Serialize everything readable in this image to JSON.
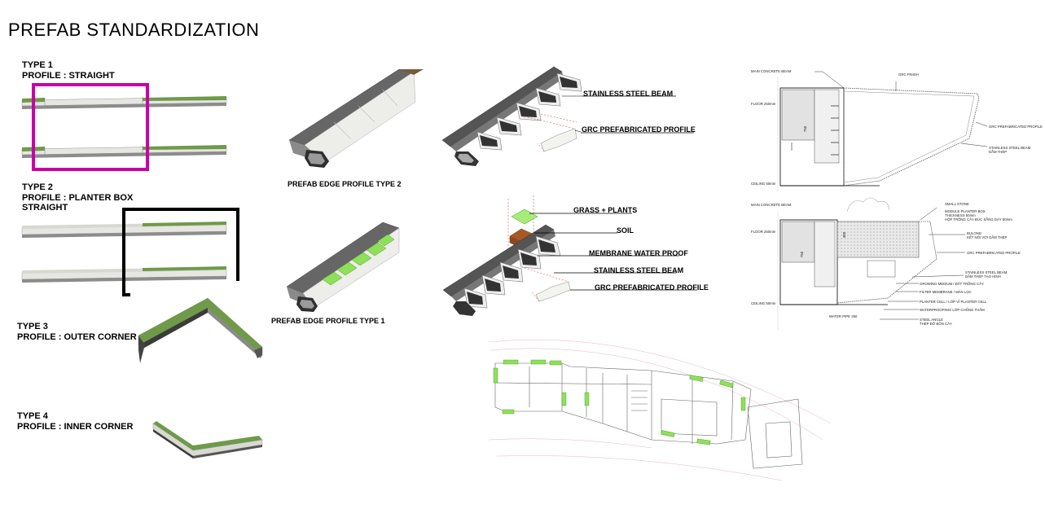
{
  "title": "PREFAB STANDARDIZATION",
  "types": [
    {
      "name": "TYPE  1",
      "profile": "PROFILE : STRAIGHT"
    },
    {
      "name": "TYPE  2",
      "profile": "PROFILE : PLANTER BOX",
      "profile_line2": "STRAIGHT"
    },
    {
      "name": "TYPE  3",
      "profile": "PROFILE :  OUTER CORNER"
    },
    {
      "name": "TYPE  4",
      "profile": "PROFILE :  INNER CORNER"
    }
  ],
  "edge_profiles": {
    "type2_caption": "PREFAB EDGE PROFILE TYPE 2",
    "type1_caption": "PREFAB EDGE PROFILE TYPE 1"
  },
  "exploded_top": {
    "callouts": [
      "STAINLESS STEEL BEAM",
      "GRC PREFABRICATED PROFILE"
    ]
  },
  "exploded_bottom": {
    "callouts": [
      "GRASS + PLANTS",
      "SOIL",
      "MEMBRANE WATER PROOF",
      "STAINLESS STEEL BEAM",
      "GRC PREFABRICATED PROFILE"
    ]
  },
  "section_top": {
    "labels": {
      "main_beam": "MAIN CONCRETE BEAM",
      "grc_finish": "GRC FINISH",
      "floor": "FLOOR 250mm",
      "dim": "750",
      "grc_profile": "GRC PREFABRICATED PROFILE",
      "steel_beam": "STAINLESS STEEL BEAM",
      "steel_beam_vn": "DẦM THÉP",
      "ceiling": "CEILING 50mm"
    }
  },
  "section_bottom": {
    "labels": {
      "main_beam": "MAIN CONCRETE BEAM",
      "small_stone": "SMALL STONE",
      "module_1": "MODULE PLANTER BOX",
      "module_2": "THICKNESS 50mm",
      "module_3": "HỘP TRỒNG CÂY ĐÚC SẴNG DÀY 50mm",
      "floor": "FLOOR 250mm",
      "dim_a": "300",
      "dim_b": "750",
      "bulong": "BULONG",
      "bulong_vn": "KẾT NỐI VỚI DẦM THÉP",
      "grc_profile": "GRC PREFABRICATED PROFILE",
      "steel_beam": "STAINLESS STEEL BEAM",
      "steel_beam_vn": "DẦM THÉP TẠO HÌNH",
      "growing": "GROWING MEDIUM / ĐẤT TRỒNG CÂY",
      "filter": "FILTER MEMBRANE / MÀN LỌC",
      "ceiling": "CEILING 50mm",
      "planter_cell": "PLANTER CELL / LỚP VỈ PLANTER CELL",
      "waterproofing": "WATERPROOFING/ LỚP CHỐNG THẤM",
      "water_pipe": "WATER PIPE 250",
      "steel_angle": "STEEL ANGLE",
      "steel_angle_vn": "THÉP ĐỠ BỒN CÂY"
    }
  },
  "colors": {
    "grass": "#6f9a4a",
    "bright_green": "#8ee05a",
    "magenta": "#c800a8",
    "soil": "#8b4a1e",
    "dark_grey": "#5a5a5a",
    "light_grey": "#e6e6e2"
  }
}
